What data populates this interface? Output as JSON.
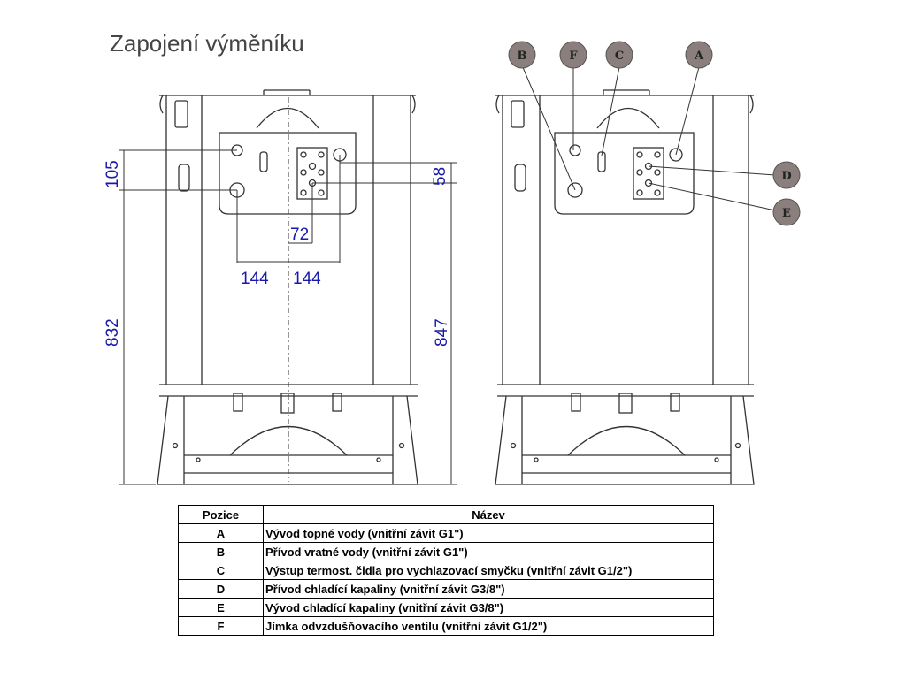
{
  "title": "Zapojení výměníku",
  "dimensions": {
    "d105": "105",
    "d832": "832",
    "d58": "58",
    "d847": "847",
    "d72": "72",
    "d144_left": "144",
    "d144_right": "144"
  },
  "markers": {
    "A": "A",
    "B": "B",
    "C": "C",
    "D": "D",
    "E": "E",
    "F": "F"
  },
  "table": {
    "headers": {
      "position": "Pozice",
      "name": "Název"
    },
    "rows": [
      {
        "position": "A",
        "name": "Vývod topné vody (vnitřní závit G1\")"
      },
      {
        "position": "B",
        "name": "Přívod vratné vody (vnitřní závit G1\")"
      },
      {
        "position": "C",
        "name": "Výstup termost. čidla pro vychlazovací smyčku (vnitřní závit G1/2\")"
      },
      {
        "position": "D",
        "name": "Přívod chladící kapaliny (vnitřní závit G3/8\")"
      },
      {
        "position": "E",
        "name": "Vývod chladící kapaliny (vnitřní závit G3/8\")"
      },
      {
        "position": "F",
        "name": "Jímka odvzdušňovacího ventilu (vnitřní závit G1/2\")"
      }
    ]
  },
  "colors": {
    "dimension": "#1a1aa8",
    "marker_fill": "#8a7f7c",
    "line": "#333333"
  }
}
